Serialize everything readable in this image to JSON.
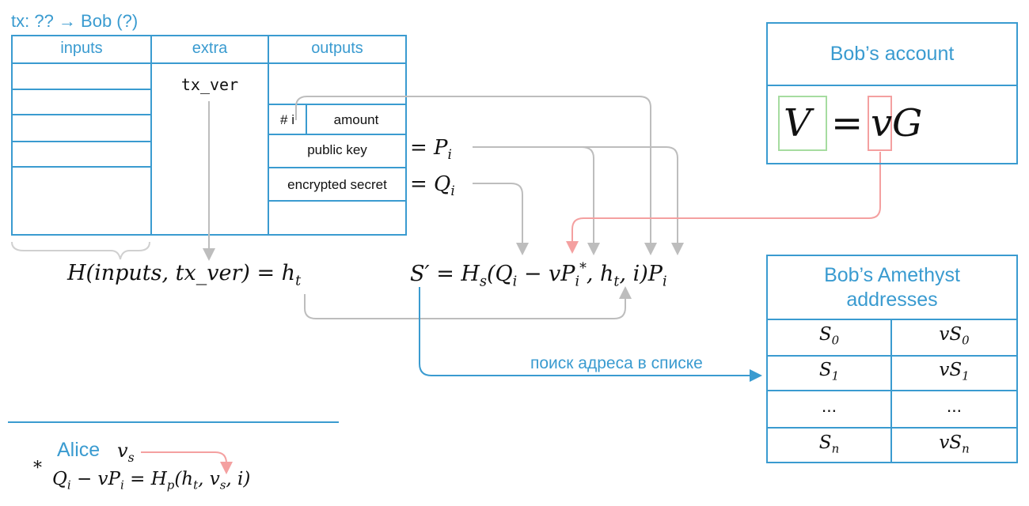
{
  "tx": {
    "title": "tx: ?? → Bob (?)",
    "headers": {
      "inputs": "inputs",
      "extra": "extra",
      "outputs": "outputs"
    },
    "extra_value": "tx_ver",
    "outputs": {
      "index": "# i",
      "amount": "amount",
      "public_key": "public key",
      "encrypted_secret": "encrypted secret"
    }
  },
  "equations": {
    "eq_pi": "= P",
    "eq_pi_sub": "i",
    "eq_qi": "= Q",
    "eq_qi_sub": "i",
    "hash_lhs": "H(inputs, tx_ver) = h",
    "hash_sub": "t",
    "s_prime": "S′ = H",
    "s_prime_sub": "s",
    "s_prime_mid": "(Q",
    "s_prime_mid_sub": "i",
    "s_prime_minus": " − vP",
    "s_prime_minus_sub": "i",
    "s_prime_star": "*",
    "s_prime_h": ", h",
    "s_prime_h_sub": "t",
    "s_prime_end": ", i)P",
    "s_prime_end_sub": "i"
  },
  "bob_account": {
    "title": "Bob’s account",
    "formula_V": "V",
    "formula_eq": "=",
    "formula_v": "v",
    "formula_G": "G"
  },
  "amethyst": {
    "title_line1": "Bob’s Amethyst",
    "title_line2": "addresses",
    "rows": [
      {
        "left": "S",
        "left_sub": "0",
        "right": "vS",
        "right_sub": "0"
      },
      {
        "left": "S",
        "left_sub": "1",
        "right": "vS",
        "right_sub": "1"
      },
      {
        "left": "...",
        "left_sub": "",
        "right": "...",
        "right_sub": ""
      },
      {
        "left": "S",
        "left_sub": "n",
        "right": "vS",
        "right_sub": "n"
      }
    ]
  },
  "search_label": "поиск адреса в списке",
  "alice": {
    "name": "Alice",
    "vs": "v",
    "vs_sub": "s",
    "star": "*",
    "formula": "Q",
    "formula_parts": {
      "q_sub": "i",
      "minus": " − vP",
      "p_sub": "i",
      "eq": " = H",
      "h_sub": "p",
      "open": "(h",
      "t_sub": "t",
      "comma": ", v",
      "vs_sub": "s",
      "close": ", i)"
    }
  },
  "colors": {
    "blue": "#3a9bd0",
    "grey_arrow": "#bdbdbd",
    "pink": "#f4a0a0",
    "green": "#a6dca0"
  }
}
